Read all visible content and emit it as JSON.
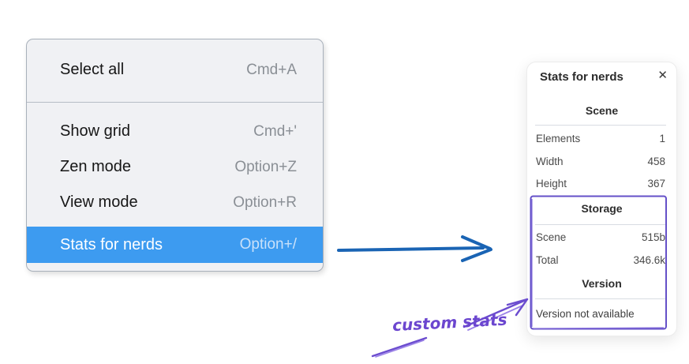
{
  "context_menu": {
    "items": [
      {
        "label": "Select all",
        "shortcut": "Cmd+A",
        "highlighted": false
      },
      {
        "label": "Show grid",
        "shortcut": "Cmd+'",
        "highlighted": false
      },
      {
        "label": "Zen mode",
        "shortcut": "Option+Z",
        "highlighted": false
      },
      {
        "label": "View mode",
        "shortcut": "Option+R",
        "highlighted": false
      },
      {
        "label": "Stats for nerds",
        "shortcut": "Option+/",
        "highlighted": true
      }
    ]
  },
  "stats_panel": {
    "title": "Stats for nerds",
    "close_icon": "✕",
    "sections": [
      {
        "header": "Scene",
        "rows": [
          {
            "label": "Elements",
            "value": "1"
          },
          {
            "label": "Width",
            "value": "458"
          },
          {
            "label": "Height",
            "value": "367"
          }
        ]
      },
      {
        "header": "Storage",
        "rows": [
          {
            "label": "Scene",
            "value": "515b"
          },
          {
            "label": "Total",
            "value": "346.6k"
          }
        ]
      },
      {
        "header": "Version",
        "note": "Version not available"
      }
    ]
  },
  "annotations": {
    "label": "custom stats",
    "colors": {
      "highlight_blue": "#3d9bf0",
      "arrow_blue": "#1a64b4",
      "annotation_purple": "#6b4ccf",
      "annotation_purple_light": "#9b82e8"
    }
  }
}
